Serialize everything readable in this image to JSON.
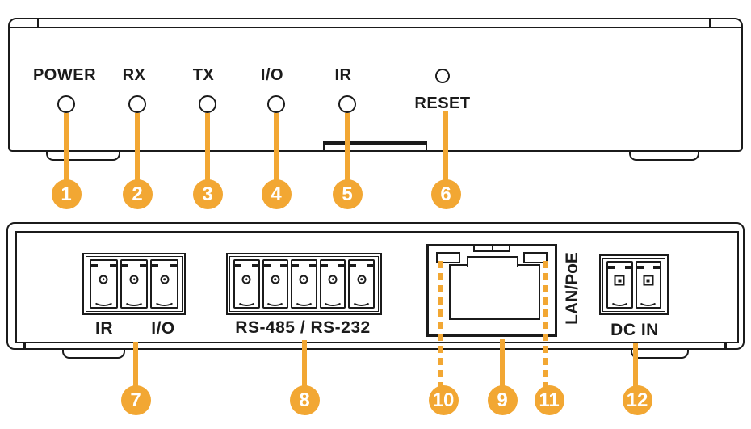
{
  "colors": {
    "accent": "#F2A733",
    "line": "#1B1B1B"
  },
  "front_panel": {
    "led_labels": [
      "POWER",
      "RX",
      "TX",
      "I/O",
      "IR"
    ],
    "reset_label": "RESET"
  },
  "rear_panel": {
    "ir_label": "IR",
    "io_label": "I/O",
    "serial_label": "RS-485 / RS-232",
    "lan_label": "LAN/PoE",
    "dc_label": "DC IN",
    "connectors": {
      "ir_io": {
        "pins": 3,
        "screw": "circle"
      },
      "serial": {
        "pins": 5,
        "screw": "circle"
      },
      "dc": {
        "pins": 2,
        "screw": "square"
      }
    }
  },
  "callouts": {
    "front": [
      "1",
      "2",
      "3",
      "4",
      "5",
      "6"
    ],
    "rear": [
      "7",
      "8",
      "9",
      "10",
      "11",
      "12"
    ]
  }
}
